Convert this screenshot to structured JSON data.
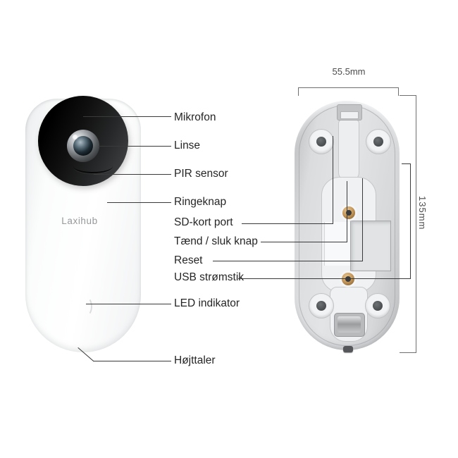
{
  "brand": "Laxihub",
  "front_labels": {
    "mikrofon": "Mikrofon",
    "linse": "Linse",
    "pir_sensor": "PIR sensor",
    "ringeknap": "Ringeknap",
    "led_indikator": "LED indikator",
    "hojttaler": "Højttaler"
  },
  "back_labels": {
    "sd_kort_port": "SD-kort port",
    "taend_sluk_knap": "Tænd / sluk knap",
    "reset": "Reset",
    "usb_stromstik": "USB strømstik"
  },
  "dimensions": {
    "width": "55.5mm",
    "height": "135mm"
  },
  "colors": {
    "label_text": "#252525",
    "leader_line": "#3a3a3a",
    "dimension_line": "#6f6f6f",
    "dimension_text": "#4b4b4b",
    "brand_text": "#96989b",
    "camera_module_black": "#141414",
    "device_body_white": "#fcfcfd",
    "back_plate_gray": "#d9dbdd",
    "screw_brass": "#c79a5c"
  }
}
